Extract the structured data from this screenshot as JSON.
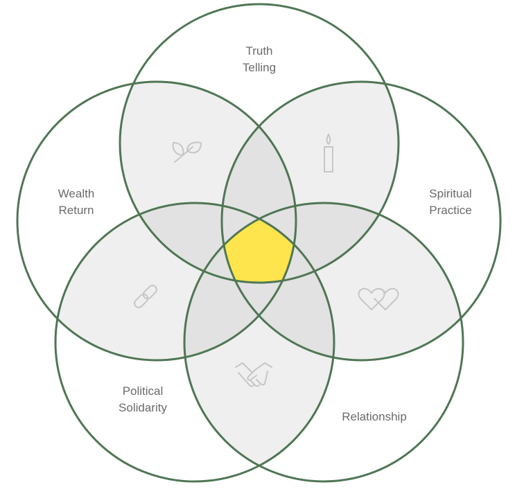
{
  "colors": {
    "stroke": "#4f7654",
    "pair_overlap": "#efefef",
    "triple_overlap": "#e2e2e2",
    "center": "#fee54e",
    "icon": "#c6c6c6"
  },
  "sets": [
    {
      "id": "truth",
      "label_lines": [
        "Truth",
        "Telling"
      ],
      "icon": "leaf-icon"
    },
    {
      "id": "spiritual",
      "label_lines": [
        "Spiritual",
        "Practice"
      ],
      "icon": "candle-icon"
    },
    {
      "id": "relationship",
      "label_lines": [
        "Relationship"
      ],
      "icon": "hearts-icon"
    },
    {
      "id": "political",
      "label_lines": [
        "Political",
        "Solidarity"
      ],
      "icon": "handshake-icon"
    },
    {
      "id": "wealth",
      "label_lines": [
        "Wealth",
        "Return"
      ],
      "icon": "chain-link-icon"
    }
  ]
}
